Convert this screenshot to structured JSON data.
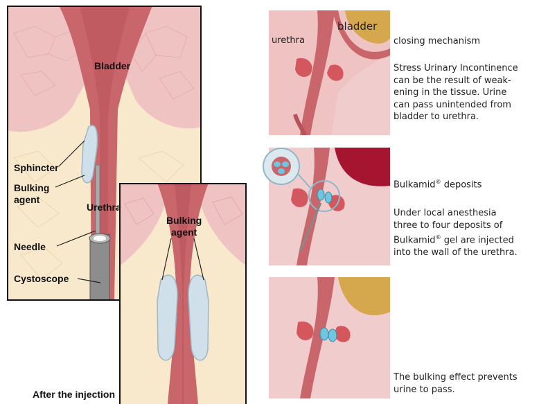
{
  "left_diagram": {
    "labels": {
      "bladder": "Bladder",
      "sphincter": "Sphincter",
      "bulking_agent_1": "Bulking",
      "bulking_agent_2": "agent",
      "urethra": "Urethra",
      "needle": "Needle",
      "cystoscope": "Cystoscope"
    }
  },
  "inset_diagram": {
    "labels": {
      "bulking_1": "Bulking",
      "bulking_2": "agent"
    },
    "caption": "After the injection"
  },
  "right_panels": [
    {
      "labels": {
        "urethra": "urethra",
        "bladder": "bladder"
      },
      "heading": "closing mechanism",
      "body_lines": [
        "Stress Urinary Incontinence",
        "can be the result of weak-",
        "ening in the tissue. Urine",
        "can pass unintended from",
        "bladder to urethra."
      ]
    },
    {
      "heading": "Bulkamid",
      "heading_sup": "®",
      "heading_tail": " deposits",
      "body_lines": [
        "Under local anesthesia",
        "three to four deposits of"
      ],
      "body_line3_a": "Bulkamid",
      "body_line3_sup": "®",
      "body_line3_b": " gel are injected",
      "body_line4": "into the wall of the urethra."
    },
    {
      "body_lines": [
        "The bulking effect prevents",
        "urine to pass."
      ]
    }
  ],
  "colors": {
    "tissue_pink": "#f0c3c3",
    "tissue_cream": "#f8e9cc",
    "urethra_red": "#c8666c",
    "gel_blue": "#cfe0ea",
    "frame": "#111111"
  }
}
